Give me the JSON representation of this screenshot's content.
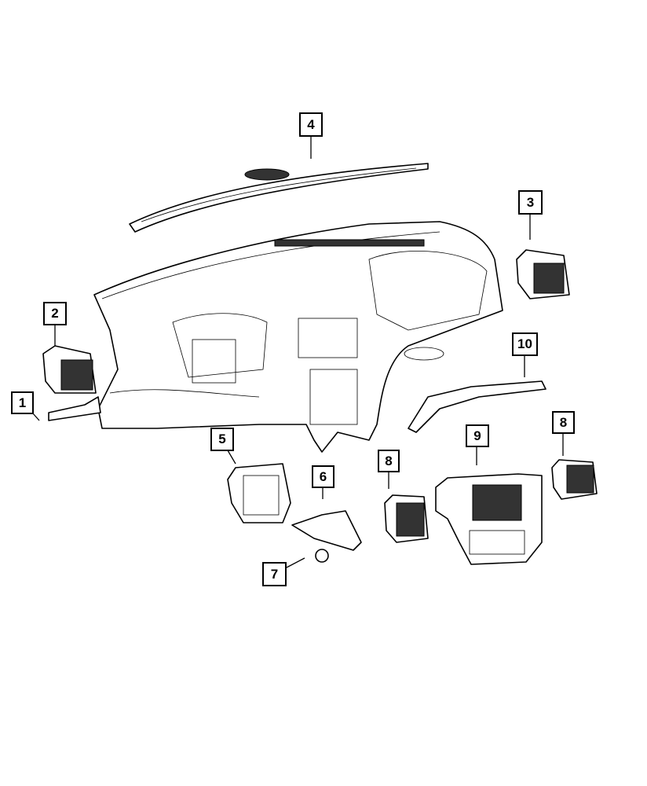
{
  "diagram": {
    "callouts": [
      {
        "id": "1",
        "label": "1"
      },
      {
        "id": "2",
        "label": "2"
      },
      {
        "id": "3",
        "label": "3"
      },
      {
        "id": "4",
        "label": "4"
      },
      {
        "id": "5",
        "label": "5"
      },
      {
        "id": "6",
        "label": "6"
      },
      {
        "id": "7",
        "label": "7"
      },
      {
        "id": "8a",
        "label": "8"
      },
      {
        "id": "8b",
        "label": "8"
      },
      {
        "id": "9",
        "label": "9"
      },
      {
        "id": "10",
        "label": "10"
      }
    ]
  }
}
